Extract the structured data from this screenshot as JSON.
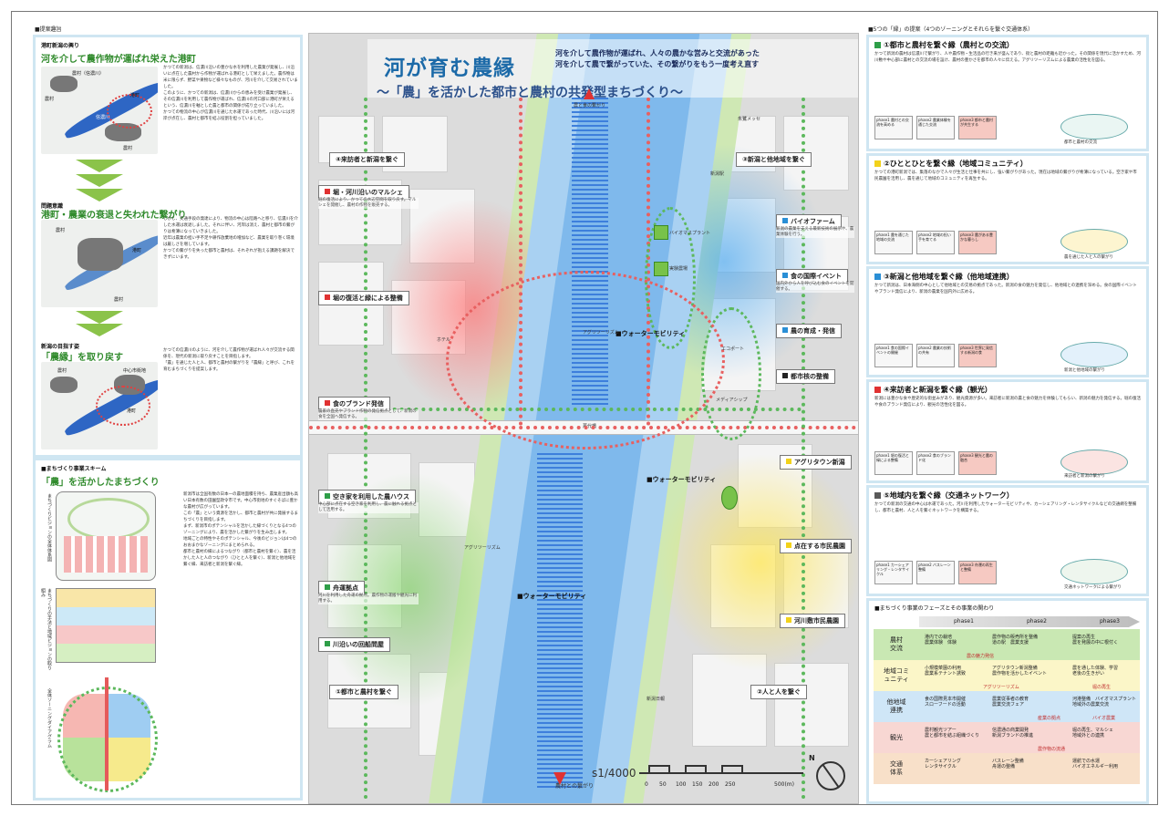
{
  "left": {
    "header": "■提案趣旨",
    "section1": {
      "title_small": "港町新潟の興り",
      "title": "河を介して農作物が運ばれ栄えた港町",
      "map_labels": [
        "農村（信濃川）",
        "港町",
        "信濃川",
        "農村",
        "農村"
      ],
      "paragraphs": [
        "かつての新潟は、信濃川沿いの豊かな水を利用した農業が発展し、川沿いに点在した農村から作物が運ばれる港町として栄えました。農作物は米に限らず、野菜や果物など様々なものが、河川を介して交易されていました。",
        "このように、かつての新潟は、信濃川からの恵みを受け農業が発展し、その信濃川を利用して農作物が運ばれ、信濃川の河口部に港町が栄えるという、信濃川を軸とした農と都市の関係が成り立っていました。",
        "かつての物流の中心が信濃川を通じた水運であった時代、川沿いには河岸が点在し、農村と都市を結ぶ役割を担っていました。"
      ]
    },
    "section2": {
      "title_small": "問題意識",
      "title": "港町・農業の衰退と失われた繋がり",
      "map_labels": [
        "港町",
        "農村",
        "農村"
      ],
      "paragraphs": [
        "しかし、交通手段の発達により、物流の中心は陸路へと移り、信濃川を介した水運は衰退しました。それに伴い、河岸は消え、農村と都市の繋がりは希薄になっていきました。",
        "近年は農業の担い手不足や耕作放棄地の増加など、農業を取り巻く環境は厳しさを増しています。",
        "かつての繋がりを失った都市と農村は、それぞれが抱える課題を解決できずにいます。"
      ]
    },
    "section3": {
      "title_small": "新潟の目指す姿",
      "title": "「農縁」を取り戻す",
      "map_labels": [
        "港町",
        "農村",
        "中心市街地"
      ],
      "paragraphs": [
        "かつての信濃川のように、河を介して農作物が運ばれ人々が交流する関係を、現代の新潟に取り戻すことを目指します。",
        "「農」を通じた人と人、都市と農村の繋がりを「農縁」と呼び、これを育むまちづくりを提案します。"
      ]
    },
    "scheme": {
      "header": "■まちづくり事業スキーム",
      "title": "「農」を活かしたまちづくり",
      "side_labels": [
        "まちづくりビジョンの全体体系図",
        "まちづくりの手法と地域ビジョンの取り組み",
        "全体ゾーニングダイアグラム"
      ],
      "paragraphs": [
        "新潟市は全国有数の日本一の農地面積を持ち、農業産出額も高い日本有数の田園型政令市です。中心市街地のすぐそばに豊かな農村が広がっています。",
        "この「農」という資源を活かし、都市と農村が共に発展するまちづくりを目指します。",
        "まず、新潟市のポテンシャルを活かした縁づくりとなる4つのゾーニングにより、農を活かした繋がりを生み出します。",
        "地域ごとの特性やそのポテンシャル、今後のビジョンは4つのおおまかなゾーニングにまとめられる。",
        "都市と農村の縁によるつながり（都市と農村を繋ぐ）、農を活かした人と人のつながり（ひとと人を繋ぐ）、新潟と他地域を繋ぐ縁、来訪者と新潟を繋ぐ縁。"
      ]
    }
  },
  "map": {
    "title": "河が育む農縁",
    "subtitle": "～「農」を活かした都市と農村の共発型まちづくり～",
    "side_text": "河を介して農作物が運ばれ、人々の農かな営みと交流があった\n河を介して農で繋がっていた、その繋がりをもう一度考え直す",
    "zones": [
      "④来訪者と新潟を繋ぐ",
      "③新潟と他地域を繋ぐ",
      "①都市と農村を繋ぐ",
      "②人と人を繋ぐ"
    ],
    "red_labels": [
      "堀・河川沿いのマルシェ",
      "堀の復活と緑による整備",
      "食のブランド発信"
    ],
    "blue_labels": [
      "バイオファーム",
      "食の国際イベント",
      "農の育成・発信",
      "都市核の整備"
    ],
    "yellow_labels": [
      "アグリタウン新潟",
      "点在する市民農園",
      "河川敷市民農園"
    ],
    "green_labels": [
      "空き家を利用した農ハウス",
      "舟運拠点",
      "川沿いの回船問屋"
    ],
    "mobility": [
      "ウォーターモビリティ",
      "ウォーターモビリティ",
      "ウォーターモビリティ"
    ],
    "small_tags": [
      "萬代橋",
      "アグリツーリズム",
      "バイオマスプラント",
      "実験農場",
      "ホテル",
      "新潟日報",
      "エコポート",
      "メディアシップ",
      "朱鷺メッセ",
      "新潟駅",
      "農と食の繋がり",
      "農村との繋がり",
      "アグリツーリズム"
    ],
    "scale_label": "s1/4000",
    "scale_ticks": [
      "0",
      "50",
      "100",
      "150",
      "200",
      "250",
      "500(m)"
    ],
    "north": "N",
    "notes": [
      "堀の復活により、かつての水辺空間を取り戻す。マルシェを開催し、農村の作物を販売する。",
      "農家の直売やブランド作物の発信拠点として、新潟の食を全国へ発信する。",
      "中心部に点在する空き家を利用し、農に触れる拠点として活用する。",
      "河川を利用した舟運の拠点。農作物の運搬や観光に利用する。",
      "新潟の農業を支える最新技術の展示や、農業体験を行う。",
      "国内外から人を呼び込む食のイベントを開催する。"
    ]
  },
  "right": {
    "header": "■5つの「縁」の提案（4つのゾーニングとそれらを繋ぐ交通体系）",
    "blocks": [
      {
        "title": "①都市と農村を繋ぐ縁（農村との交流）",
        "color": "#2e9e48",
        "text": "かつて新潟の農村は信濃川で繋がり、人や農作物・生活品の行き来が盛んであり、街と農村の距離も近かった。その関係を現代に活かすため、河川敷や中心部に農村との交流の場を設け、農村の豊かさを都市の人々に伝える。アグリツーリズムによる農業の活性化を図る。",
        "phases": [
          "phase1 農村との交流を高める",
          "phase2 農業体験を通じた交流",
          "phase3 都市と農村が共生する"
        ],
        "diagram": "都市と農村の交流"
      },
      {
        "title": "②ひととひとを繋ぐ縁（地域コミュニティ）",
        "color": "#f2d21b",
        "text": "かつての港町新潟では、集落のなかで人々が生活と仕事を共にし、強い繋がりがあった。現在は地域の繋がりが希薄になっている。空き家や市民農園を活用し、農を通じて地域のコミュニティを再生する。",
        "phases": [
          "phase1 農を通じた地域の交流",
          "phase2 地域の担い手を育てる",
          "phase3 農がある豊かな暮らし"
        ],
        "diagram": "農を通じた人と人の繋がり"
      },
      {
        "title": "③新潟と他地域を繋ぐ縁（他地域連携）",
        "color": "#2a8fd6",
        "text": "かつて新潟は、日本海側の中心として他地域との交易の拠点であった。新潟の食の魅力を発信し、他地域との連携を深める。食の国際イベントやブランド発信により、新潟の農業を国内外に広める。",
        "phases": [
          "phase1 食の国際イベントの開催",
          "phase2 農業の技術の共有",
          "phase3 世界に発信する新潟の食"
        ],
        "diagram": "新潟と他地域の繋がり"
      },
      {
        "title": "④来訪者と新潟を繋ぐ縁（観光）",
        "color": "#e03232",
        "text": "新潟には豊かな食や歴史的な街並みがあり、観光資源が多い。来訪者に新潟の農と食の魅力を体験してもらい、新潟の魅力を発信する。堀の復活や食のブランド発信により、観光の活性化を図る。",
        "phases": [
          "phase1 堀の復活と緑による整備",
          "phase2 食のブランド化",
          "phase3 観光と農の融合"
        ],
        "diagram": "来訪者と新潟の繋がり"
      },
      {
        "title": "⑤地域内を繋ぐ縁（交通ネットワーク）",
        "color": "#5a5a5a",
        "text": "かつての新潟の交通の中心は水運であった。河川を利用したウォーターモビリティや、カーシェアリング・レンタサイクルなどの交通網を整備し、都市と農村、人と人を繋ぐネットワークを構築する。",
        "phases": [
          "phase1 カーシェアリング・レンタサイクル",
          "phase2 バスレーン整備",
          "phase3 舟運の再生と整備"
        ],
        "diagram": "交通ネットワークによる繋がり"
      }
    ],
    "table": {
      "header": "■まちづくり事業のフェーズとその事業の関わり",
      "phases": [
        "phase1",
        "phase2",
        "phase3"
      ],
      "rows": [
        {
          "cat": "農村\n交流",
          "color": "#a8d98a",
          "c1": "港内での栽培\n農業体験　体験",
          "c2": "農作物の販売所を整備\n道の駅　農業支援",
          "c3": "提案の再生\n農を発展の中に根付く"
        },
        {
          "cat": "地域コミ\nュニティ",
          "color": "#f7ef9a",
          "c1": "小規模菜園の利用\n農業系テナント誘致",
          "c2": "アグリタウン新潟整備\n農作物を活かしたイベント",
          "c3": "農を通した体験、学習\n老後の生きがい"
        },
        {
          "cat": "他地域\n連携",
          "color": "#a7d1f2",
          "c1": "食の国際見本市開催\nスローフードの活動",
          "c2": "農業従事者の教育\n農業交流フェア",
          "c3": "河港整備　バイオマスプラント\n地域外の農業交流"
        },
        {
          "cat": "観光",
          "color": "#f6c0ba",
          "c1": "農村観光ツアー\n農と都市を結ぶ組織づくり",
          "c2": "信濃通の商業開発\n新潟ブランドの推進",
          "c3": "堀の再生、マルシェ\n地域外との連携"
        },
        {
          "cat": "交通\n体系",
          "color": "#f6d1b0",
          "c1": "カーシェアリング\nレンタサイクル",
          "c2": "バスレーン整備\n舟運の整備",
          "c3": "運航での水運\nバイオエネルギー利用"
        }
      ],
      "inline_tags": [
        "農の魅力発信",
        "アグリツーリズム",
        "堀の再生",
        "バイオ農業",
        "産業の拠点",
        "農作物の流通"
      ]
    }
  }
}
